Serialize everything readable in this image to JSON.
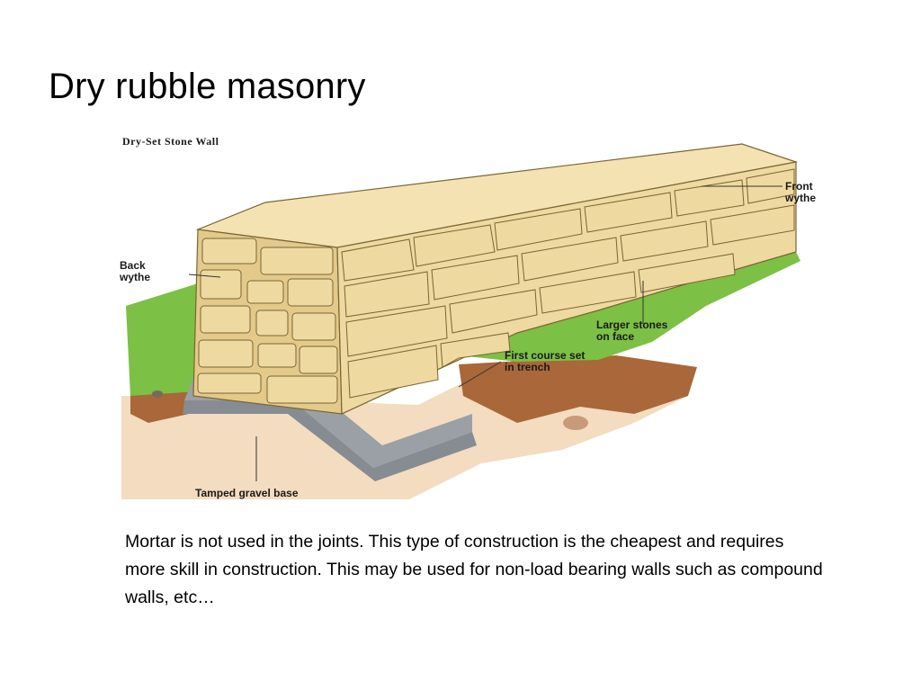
{
  "slide": {
    "title": "Dry rubble masonry",
    "body": "Mortar is not used in the joints. This type of construction is the cheapest and requires more skill in construction. This may be used for non-load bearing walls such as compound walls, etc…"
  },
  "figure": {
    "heading": "Dry-Set Stone Wall",
    "labels": {
      "front_wythe_line1": "Front",
      "front_wythe_line2": "wythe",
      "back_wythe_line1": "Back",
      "back_wythe_line2": "wythe",
      "larger_stones_line1": "Larger stones",
      "larger_stones_line2": "on face",
      "first_course_line1": "First course set",
      "first_course_line2": "in trench",
      "gravel_base": "Tamped gravel base"
    },
    "colors": {
      "stone": "#eed9a0",
      "stone_shade": "#d9bd72",
      "stone_outline": "#7a6535",
      "grass": "#7cc045",
      "soil": "#a9673a",
      "soil_light": "#f3dcc0",
      "gravel": "#9aa0a6"
    }
  }
}
